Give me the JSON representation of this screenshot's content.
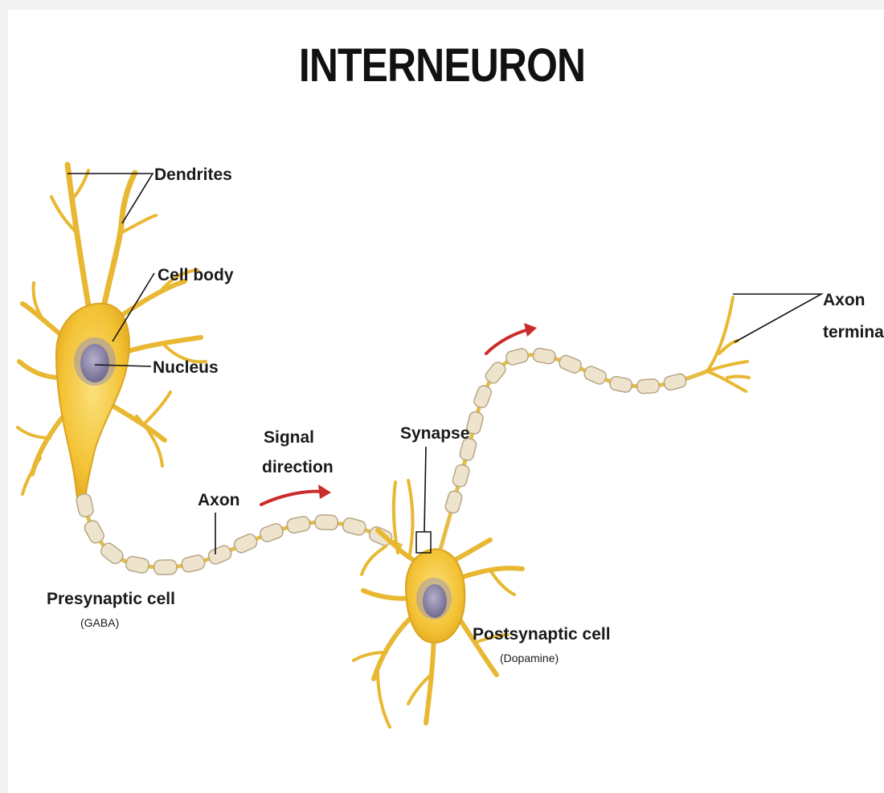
{
  "title": "INTERNEURON",
  "labels": {
    "dendrites": "Dendrites",
    "cell_body": "Cell body",
    "nucleus": "Nucleus",
    "axon": "Axon",
    "signal_direction_line1": "Signal",
    "signal_direction_line2": "direction",
    "synapse": "Synapse",
    "axon_terminals_line1": "Axon",
    "axon_terminals_line2": "terminals",
    "presynaptic_cell": "Presynaptic cell",
    "presynaptic_transmitter": "(GABA)",
    "postsynaptic_cell": "Postsynaptic cell",
    "postsynaptic_transmitter": "(Dopamine)"
  },
  "colors": {
    "cell": "#f2c23c",
    "cell_outline": "#c9961e",
    "nucleus": "#8c86a8",
    "myelin": "#efe6cf",
    "myelin_outline": "#b8a888",
    "arrow": "#cc2b2b",
    "leader_line": "#111111"
  }
}
